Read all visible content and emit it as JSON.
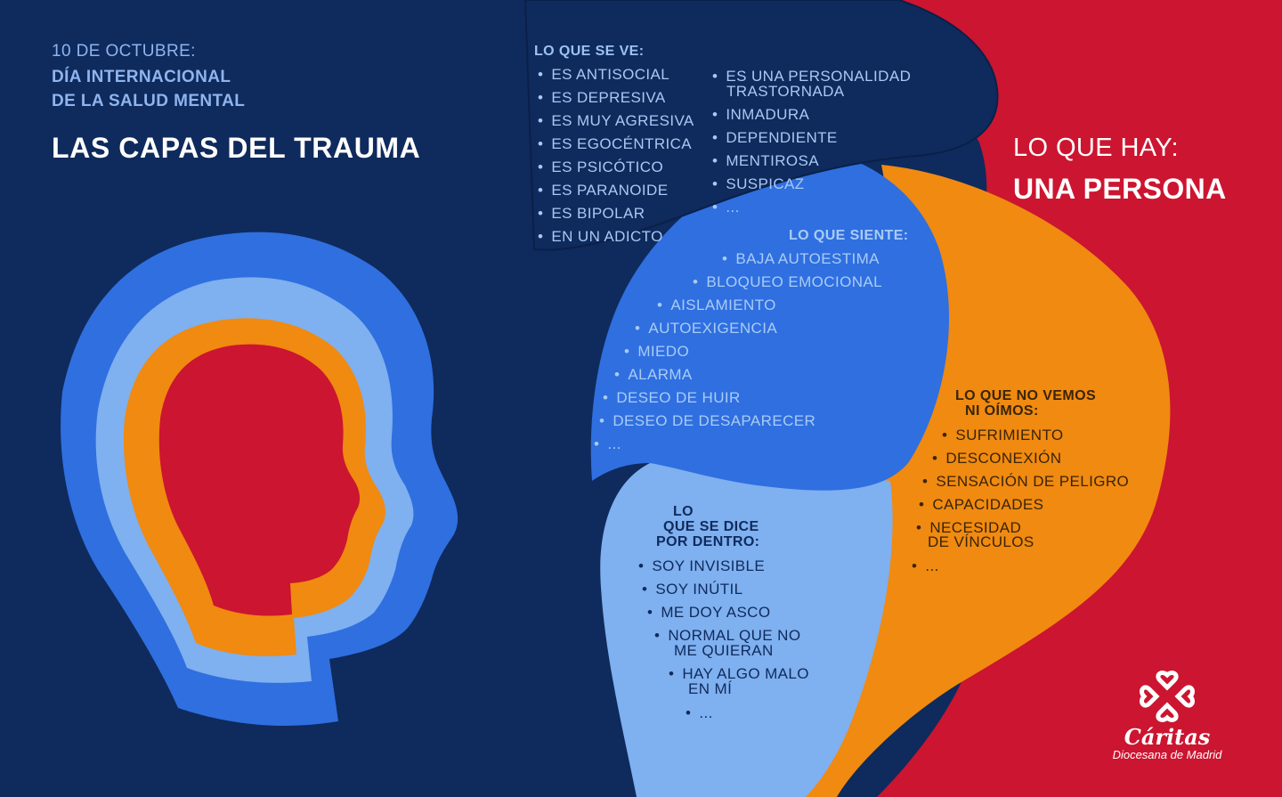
{
  "colors": {
    "navy": "#0f2a5c",
    "blue": "#2f6fe0",
    "light_blue": "#7fb0ef",
    "orange": "#f08a10",
    "red": "#cc1530",
    "white": "#ffffff"
  },
  "header": {
    "date": "10 DE OCTUBRE:",
    "day_line1": "DÍA INTERNACIONAL",
    "day_line2": "DE LA SALUD MENTAL",
    "title": "LAS CAPAS DEL TRAUMA"
  },
  "right": {
    "label": "LO QUE HAY:",
    "value": "UNA PERSONA"
  },
  "lo_que_se_ve": {
    "heading": "LO QUE SE VE:",
    "items": [
      "ES ANTISOCIAL",
      "ES DEPRESIVA",
      "ES MUY AGRESIVA",
      "ES EGOCÉNTRICA",
      "ES PSICÓTICO",
      "ES PARANOIDE",
      "ES BIPOLAR",
      "EN UN ADICTO",
      "ES UNA PERSONALIDAD",
      "TRASTORNADA",
      "INMADURA",
      "DEPENDIENTE",
      "MENTIROSA",
      "SUSPICAZ",
      "..."
    ]
  },
  "lo_que_siente": {
    "heading": "LO QUE SIENTE:",
    "items": [
      "BAJA AUTOESTIMA",
      "BLOQUEO EMOCIONAL",
      "AISLAMIENTO",
      "AUTOEXIGENCIA",
      "MIEDO",
      "ALARMA",
      "DESEO DE HUIR",
      "DESEO DE DESAPARECER",
      "..."
    ]
  },
  "lo_que_se_dice": {
    "heading_line1": "LO",
    "heading_line2": "QUE SE DICE",
    "heading_line3": "POR DENTRO:",
    "items": [
      "SOY INVISIBLE",
      "SOY INÚTIL",
      "ME DOY ASCO",
      "NORMAL QUE NO",
      "ME QUIERAN",
      "HAY ALGO MALO",
      "EN MÍ",
      "..."
    ]
  },
  "lo_que_no_vemos": {
    "heading_line1": "LO QUE NO VEMOS",
    "heading_line2": "NI OÍMOS:",
    "items": [
      "SUFRIMIENTO",
      "DESCONEXIÓN",
      "SENSACIÓN DE PELIGRO",
      "CAPACIDADES",
      "NECESIDAD",
      "DE VÍNCULOS",
      "..."
    ]
  },
  "logo": {
    "name": "Cáritas",
    "subtitle": "Diocesana de Madrid",
    "icon": "caritas-cross-icon"
  }
}
